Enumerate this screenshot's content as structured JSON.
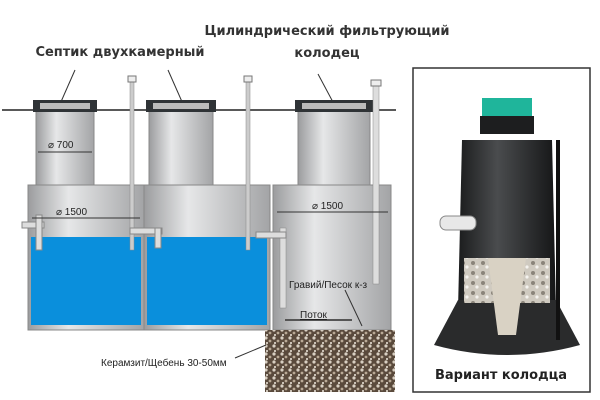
{
  "labels": {
    "septic": "Септик двухкамерный",
    "filter_well_line1": "Цилиндрический фильтрующий",
    "filter_well_line2": "колодец",
    "neck_diameter": "⌀ 700",
    "tank1_diameter": "⌀ 1500",
    "well_diameter": "⌀ 1500",
    "gravel_sand": "Гравий/Песок к-з",
    "flow": "Поток",
    "expanded_clay": "Керамзит/Щебень 30-50мм",
    "variant_caption": "Вариант колодца"
  },
  "colors": {
    "water": "#0a8fdc",
    "tank": "#c9cacb",
    "lid": "#2f3336",
    "well_lid": "#1fb59b",
    "gravel": "#6e5a48"
  }
}
